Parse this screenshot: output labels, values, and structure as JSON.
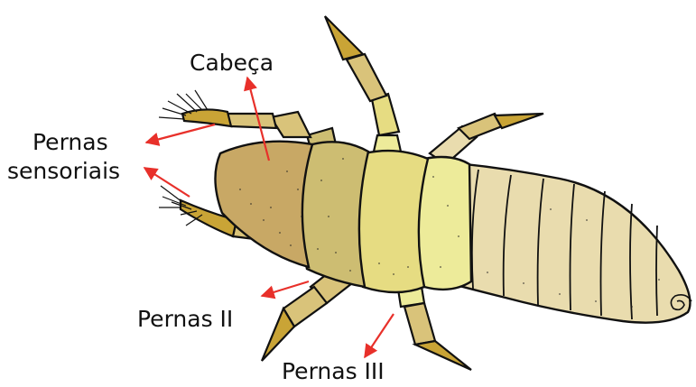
{
  "labels": {
    "head": "Cabeça",
    "sensory_legs_line1": "Pernas",
    "sensory_legs_line2": "sensoriais",
    "legs_ii": "Pernas II",
    "legs_iii": "Pernas III"
  },
  "colors": {
    "arrow": "#e8302a",
    "outline": "#111111",
    "head_fill": "#c8a865",
    "thorax1_fill": "#cdbd72",
    "thorax2_fill": "#e6dc82",
    "thorax3_fill": "#edeb9a",
    "abdomen_fill": "#e9dcae",
    "leg_fill": "#d9c37a",
    "leg_tip_fill": "#c9a436"
  }
}
